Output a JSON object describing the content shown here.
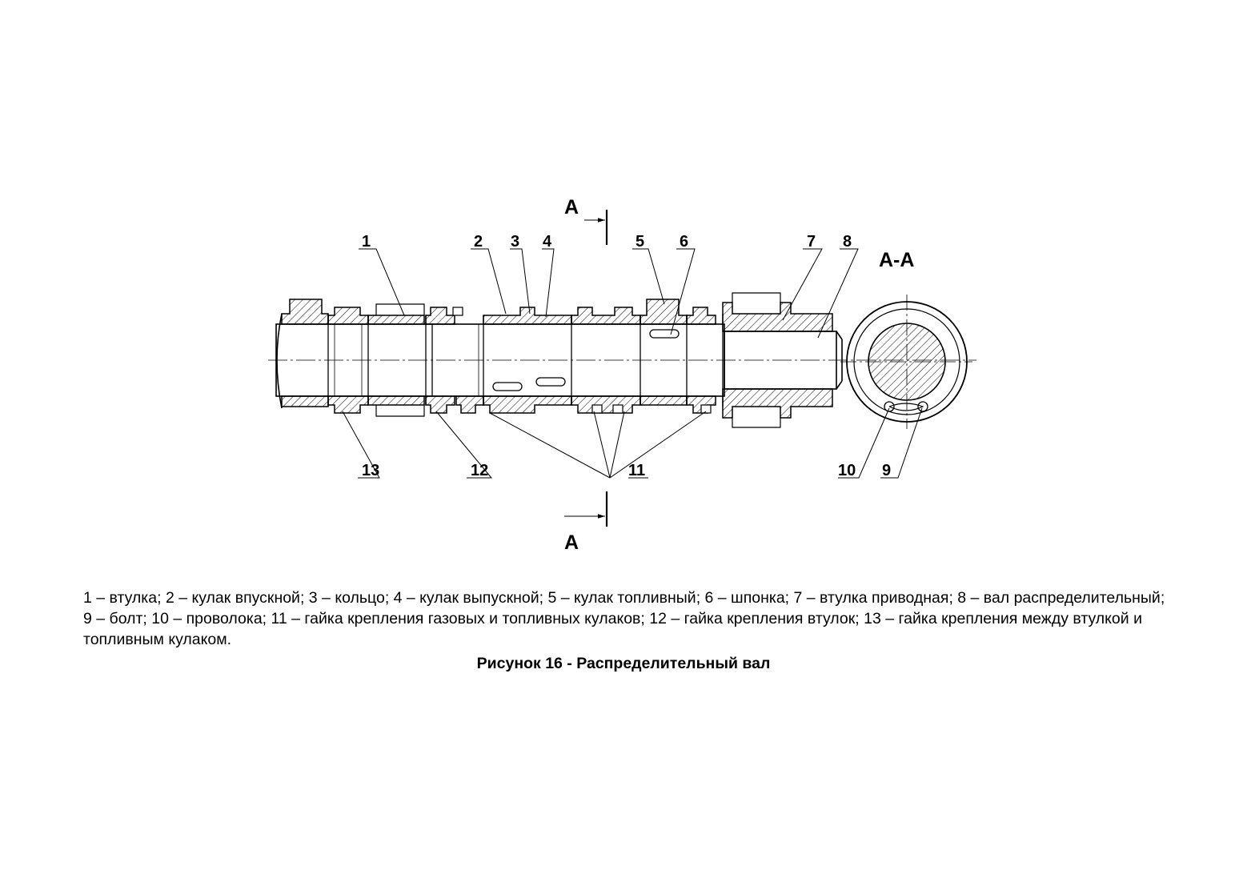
{
  "section_label": "A",
  "section_title": "А-А",
  "callouts": [
    "1",
    "2",
    "3",
    "4",
    "5",
    "6",
    "7",
    "8",
    "9",
    "10",
    "11",
    "12",
    "13"
  ],
  "caption": "1 – втулка; 2 – кулак впускной; 3 – кольцо; 4 – кулак выпускной; 5 – кулак топливный; 6 – шпонка; 7 – втулка приводная; 8 – вал распределительный; 9 – болт; 10 – проволока; 11 – гайка крепления газовых и топливных кулаков; 12 – гайка крепления втулок; 13 – гайка крепления между втулкой и топливным кулаком.",
  "figure_title": "Рисунок 16 - Распределительный вал"
}
